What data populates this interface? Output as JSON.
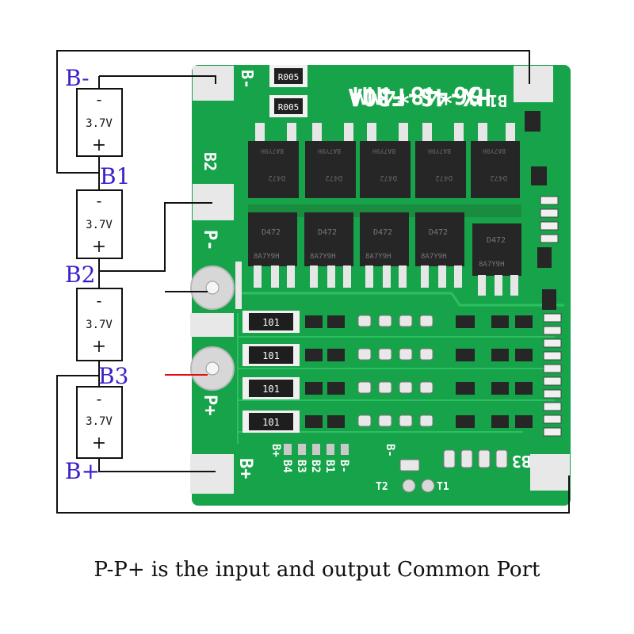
{
  "board": {
    "model_line1": "HX-4S-F30A",
    "model_line2": "56*48*4MM",
    "pads": {
      "b_minus": "B-",
      "b1": "B1",
      "b2": "B2",
      "b3": "B3",
      "b_plus": "B+",
      "p_minus": "P-",
      "p_plus": "P+"
    },
    "shunt_marking": "R005",
    "resistor_marking": "101",
    "mosfet_top_marking": "BA7Y9H",
    "mosfet_code": "D472",
    "mosfet_bottom_marking": "8A7Y9H",
    "balance_header": {
      "plus": "B+",
      "minus": "B-",
      "pins": [
        "B4",
        "B3",
        "B2",
        "B1",
        "B-"
      ]
    },
    "thermistors": [
      "T2",
      "T1"
    ]
  },
  "wiring": {
    "labels": [
      "B-",
      "B1",
      "B2",
      "B3",
      "B+"
    ],
    "cells": [
      {
        "minus": "-",
        "voltage": "3.7V",
        "plus": "+"
      },
      {
        "minus": "-",
        "voltage": "3.7V",
        "plus": "+"
      },
      {
        "minus": "-",
        "voltage": "3.7V",
        "plus": "+"
      },
      {
        "minus": "-",
        "voltage": "3.7V",
        "plus": "+"
      }
    ]
  },
  "colors": {
    "pcb": "#17a34a",
    "pcb_dark": "#0f7a34",
    "pad": "#e8e8e8",
    "label": "#3a1ec8",
    "wire": "#111111",
    "wire_positive": "#e01010"
  },
  "caption": "P-P+ is the input and output Common Port"
}
